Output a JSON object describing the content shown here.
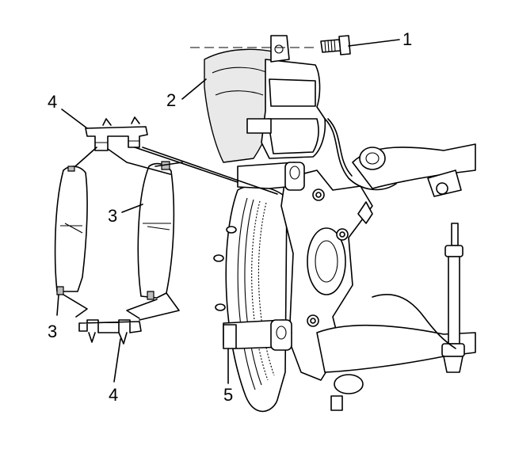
{
  "diagram": {
    "callouts": [
      {
        "id": "c1",
        "text": "1"
      },
      {
        "id": "c2",
        "text": "2"
      },
      {
        "id": "c3a",
        "text": "3"
      },
      {
        "id": "c3b",
        "text": "3"
      },
      {
        "id": "c4a",
        "text": "4"
      },
      {
        "id": "c4b",
        "text": "4"
      },
      {
        "id": "c5",
        "text": "5"
      }
    ]
  }
}
